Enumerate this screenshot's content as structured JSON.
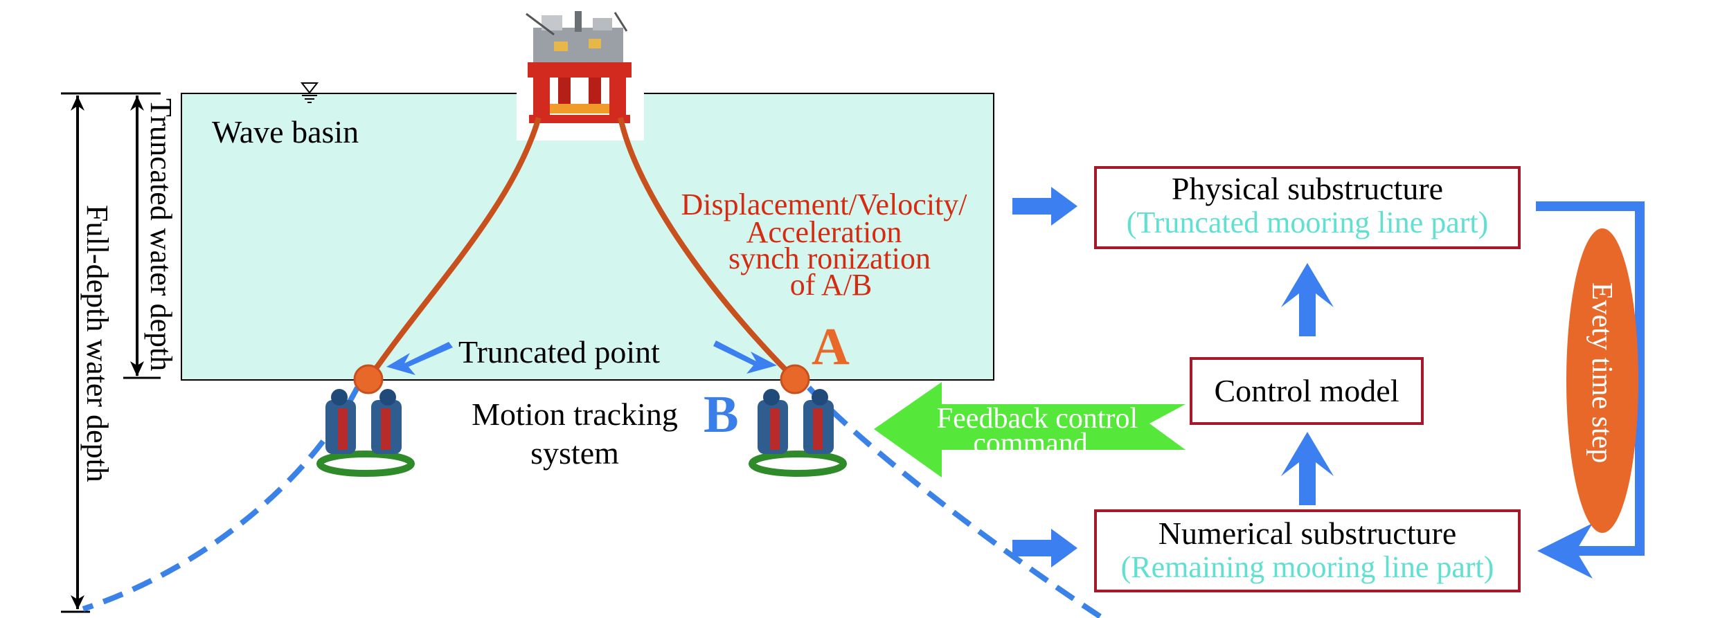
{
  "basin": {
    "label": "Wave basin",
    "truncated_depth_label": "Truncated water depth",
    "full_depth_label": "Full-depth water depth"
  },
  "sync": {
    "lines": [
      "Displacement/Velocity/",
      "Acceleration",
      "synch ronization",
      "of A/B"
    ]
  },
  "points": {
    "truncated_point_label": "Truncated point",
    "motion_tracking_line1": "Motion tracking",
    "motion_tracking_line2": "system",
    "point_a": "A",
    "point_b": "B"
  },
  "feedback": {
    "line1": "Feedback control",
    "line2": "command"
  },
  "boxes": {
    "physical_title": "Physical substructure",
    "physical_sub": "(Truncated mooring line part)",
    "control_title": "Control model",
    "numerical_title": "Numerical substructure",
    "numerical_sub": "(Remaining mooring line part)"
  },
  "loop": {
    "label": "Evety time step"
  },
  "colors": {
    "basin_fill": "#d3f7ef",
    "red_text": "#d62b10",
    "orange": "#e8682a",
    "blue_arrow": "#3b7ff0",
    "green_arrow": "#55e83a",
    "box_border": "#a5192a",
    "cyan_text": "#5fe0d0",
    "point_blue": "#3a7fe8"
  }
}
